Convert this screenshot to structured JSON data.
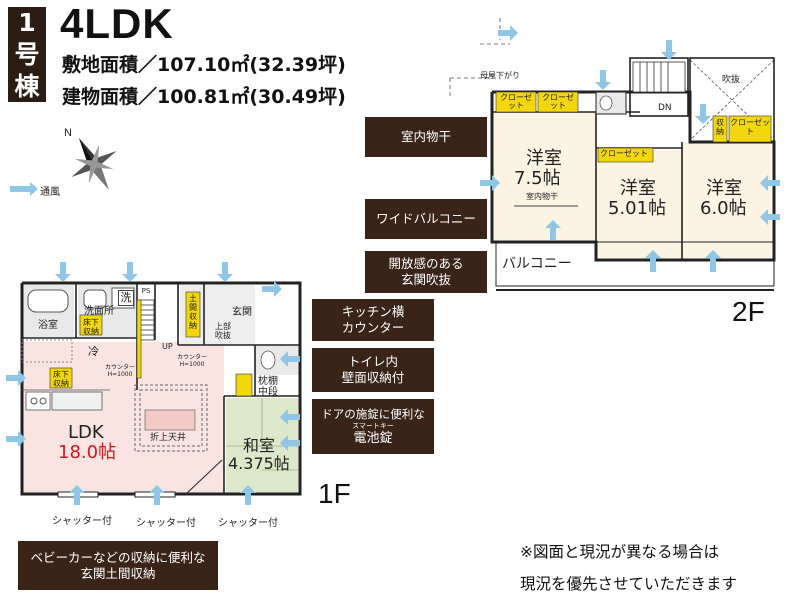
{
  "header": {
    "badge_num": "1",
    "badge_chars": [
      "号",
      "棟"
    ],
    "layout_type": "4LDK",
    "land_area": "敷地面積／107.10㎡(32.39坪)",
    "building_area": "建物面積／100.81㎡(30.49坪)"
  },
  "compass": {
    "label": "N"
  },
  "legend": {
    "wind_label": "通風"
  },
  "floor1": {
    "label": "1F",
    "rooms": {
      "bath": "浴室",
      "washroom": "洗面所",
      "wash_mark": "洗",
      "ps": "PS",
      "underfloor_storage1": "床下収納",
      "underfloor_storage2": "床下収納",
      "fridge": "冷",
      "genkan_storage": "土間収納",
      "genkan": "玄関",
      "upper_open": "上部吹抜",
      "up": "UP",
      "counter1": "カウンター H=1000",
      "counter2": "カウンター H=1000",
      "shelf": "枕棚中段",
      "ldk_name": "LDK",
      "ldk_size": "18.0帖",
      "ceiling": "折上天井",
      "washitsu_name": "和室",
      "washitsu_size": "4.375帖"
    },
    "shutters": [
      "シャッター付",
      "シャッター付",
      "シャッター付"
    ]
  },
  "floor2": {
    "label": "2F",
    "rooms": {
      "eave": "母屋下がり",
      "closet1": "クローゼット",
      "closet2": "クローゼット",
      "closet3": "クローゼット",
      "closet4": "クローゼット",
      "storage": "収納",
      "dn": "DN",
      "void": "吹抜",
      "room1_name": "洋室",
      "room1_size": "7.5帖",
      "indoor_dry_small": "室内物干",
      "room2_name": "洋室",
      "room2_size": "5.01帖",
      "room3_name": "洋室",
      "room3_size": "6.0帖",
      "balcony": "バルコニー"
    }
  },
  "callouts": {
    "indoor_dry": "室内物干",
    "wide_balcony": "ワイドバルコニー",
    "open_entrance_l1": "開放感のある",
    "open_entrance_l2": "玄関吹抜",
    "kitchen_counter_l1": "キッチン横",
    "kitchen_counter_l2": "カウンター",
    "toilet_storage_l1": "トイレ内",
    "toilet_storage_l2": "壁面収納付",
    "smart_key_l1": "ドアの施錠に便利な",
    "smart_key_ruby": "スマートキー",
    "smart_key_l2": "電池錠",
    "stroller_l1": "ベビーカーなどの収納に便利な",
    "stroller_l2": "玄関土間収納"
  },
  "notes": {
    "line1": "※図面と現況が異なる場合は",
    "line2": "現況を優先させていただきます"
  },
  "colors": {
    "callout_bg": "#3a2417",
    "ldk_floor": "#f9e4e1",
    "washitsu_floor": "#dde7c9",
    "wet_floor": "#e9e9e9",
    "room_floor": "#fbf4e3",
    "closet": "#f2d70c",
    "wind_arrow": "#8fc6e6",
    "ldk_size_text": "#d6171f"
  }
}
